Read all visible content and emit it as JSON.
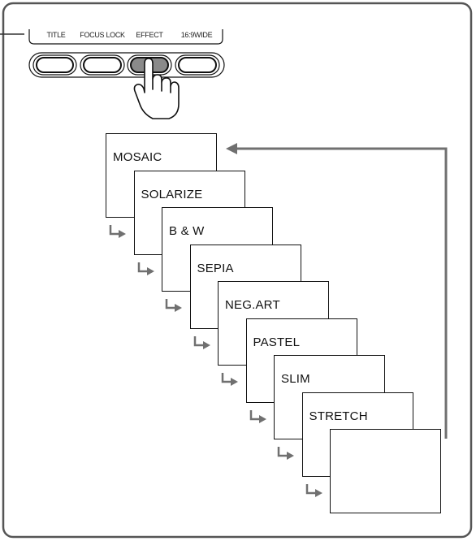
{
  "panel": {
    "buttons": [
      {
        "label": "TITLE"
      },
      {
        "label": "FOCUS LOCK"
      },
      {
        "label": "EFFECT",
        "pressed": true
      },
      {
        "label": "16:9WIDE"
      }
    ]
  },
  "effects": [
    {
      "label": "MOSAIC"
    },
    {
      "label": "SOLARIZE"
    },
    {
      "label": "B & W"
    },
    {
      "label": "SEPIA"
    },
    {
      "label": "NEG.ART"
    },
    {
      "label": "PASTEL"
    },
    {
      "label": "SLIM"
    },
    {
      "label": "STRETCH"
    },
    {
      "label": ""
    }
  ],
  "colors": {
    "line": "#111111",
    "arrow": "#707070",
    "pressed": "#8a8a8a",
    "frame": "#555555"
  }
}
